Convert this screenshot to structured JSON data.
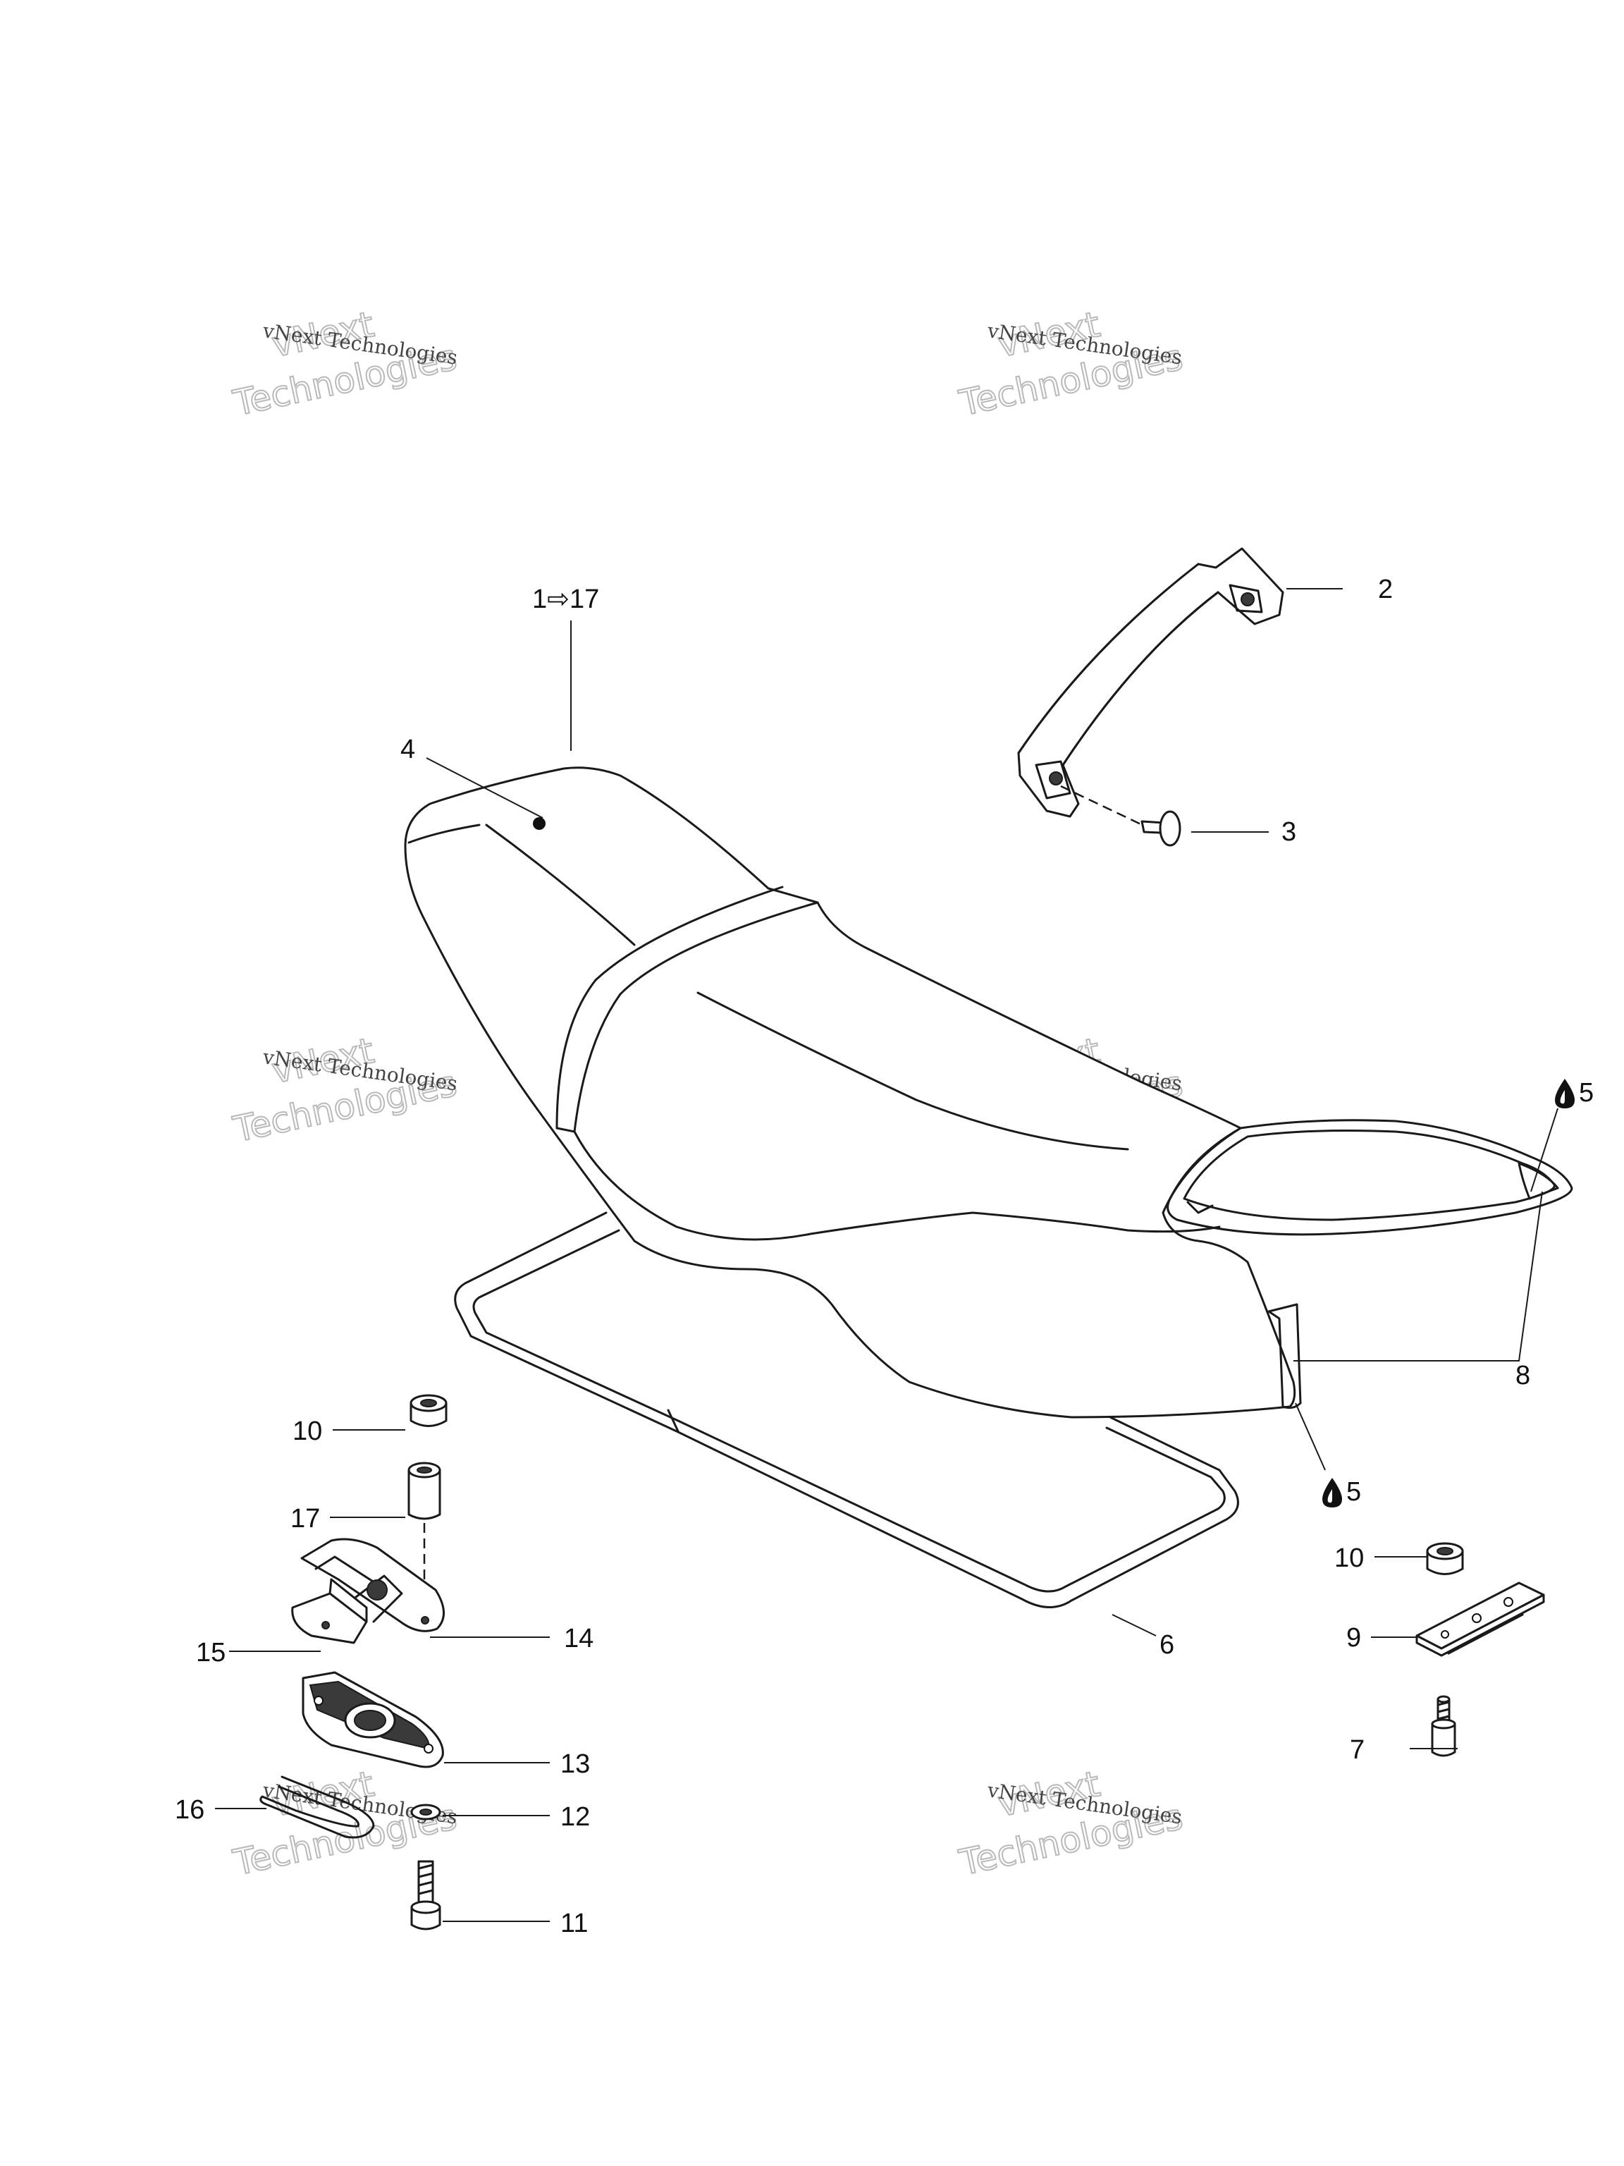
{
  "callouts": {
    "c1": "1⇨17",
    "c2": "2",
    "c3": "3",
    "c4": "4",
    "c5a": "5",
    "c5b": "5",
    "c6": "6",
    "c7": "7",
    "c8": "8",
    "c9": "9",
    "c10a": "10",
    "c10b": "10",
    "c11": "11",
    "c12": "12",
    "c13": "13",
    "c14": "14",
    "c15": "15",
    "c16": "16",
    "c17": "17"
  },
  "watermark": {
    "line1": "vNext",
    "line2": "vNext Technologies",
    "line3": "Technologies"
  }
}
